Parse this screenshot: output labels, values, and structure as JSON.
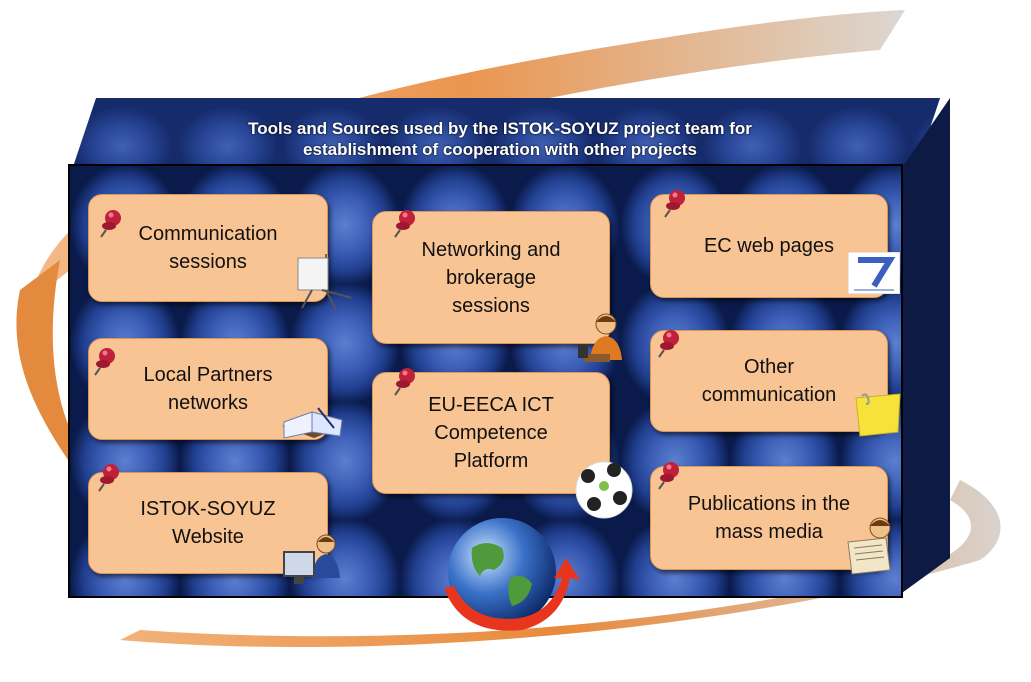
{
  "title_line1": "Tools and Sources used by the ISTOK-SOYUZ project team for",
  "title_line2": "establishment of cooperation with other projects",
  "cards": {
    "communication": "Communication sessions",
    "networking": "Networking and brokerage sessions",
    "ec_web": "EC web pages",
    "local_partners": "Local Partners networks",
    "eu_eeca": "EU-EECA ICT Competence Platform",
    "other": "Other communication",
    "website": "ISTOK-SOYUZ Website",
    "publications": "Publications in the mass media"
  },
  "colors": {
    "card": "#f9c493",
    "box": "#0b1f5a",
    "swoosh": "#e8924a"
  },
  "icons": [
    "pushpin-icon",
    "projector-screen-icon",
    "person-meeting-icon",
    "fp7-logo-icon",
    "open-book-icon",
    "handshake-network-icon",
    "sticky-note-icon",
    "computer-user-icon",
    "newspaper-reader-icon",
    "globe-icon"
  ]
}
